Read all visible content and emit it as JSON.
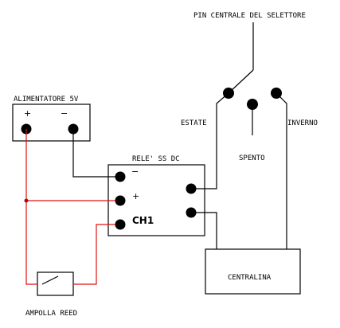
{
  "labels": {
    "selector_pin": "PIN CENTRALE DEL SELETTORE",
    "power_supply": "ALIMENTATORE 5V",
    "psu_plus": "+",
    "psu_minus": "−",
    "relay": "RELE' SS DC",
    "relay_minus": "−",
    "relay_plus": "+",
    "relay_ch1": "CH1",
    "estate": "ESTATE",
    "spento": "SPENTO",
    "inverno": "INVERNO",
    "centralina": "CENTRALINA",
    "reed": "AMPOLLA REED"
  },
  "colors": {
    "wire": "#000000",
    "positive_wire": "#e01010",
    "background": "#ffffff"
  }
}
